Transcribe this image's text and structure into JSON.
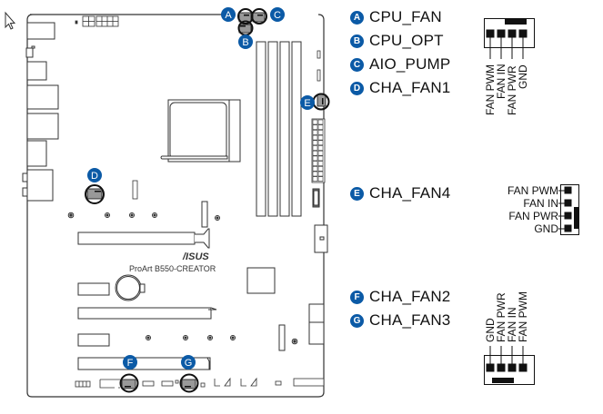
{
  "cursor": {
    "icon": "arrow-pointer-icon"
  },
  "board": {
    "model_text": "ProArt  B550-CREATOR",
    "brand_text": "/ISUS",
    "accent_color": "#0b5aa6"
  },
  "markers": [
    {
      "letter": "A",
      "name": "CPU_FAN"
    },
    {
      "letter": "B",
      "name": "CPU_OPT"
    },
    {
      "letter": "C",
      "name": "AIO_PUMP"
    },
    {
      "letter": "D",
      "name": "CHA_FAN1"
    },
    {
      "letter": "E",
      "name": "CHA_FAN4"
    },
    {
      "letter": "F",
      "name": "CHA_FAN2"
    },
    {
      "letter": "G",
      "name": "CHA_FAN3"
    }
  ],
  "legend_group1": [
    {
      "letter": "A",
      "label": "CPU_FAN"
    },
    {
      "letter": "B",
      "label": "CPU_OPT"
    },
    {
      "letter": "C",
      "label": "AIO_PUMP"
    },
    {
      "letter": "D",
      "label": "CHA_FAN1"
    }
  ],
  "legend_group2": [
    {
      "letter": "E",
      "label": "CHA_FAN4"
    }
  ],
  "legend_group3": [
    {
      "letter": "F",
      "label": "CHA_FAN2"
    },
    {
      "letter": "G",
      "label": "CHA_FAN3"
    }
  ],
  "pinout_top": [
    "FAN PWM",
    "FAN IN",
    "FAN PWR",
    "GND"
  ],
  "pinout_side": [
    "FAN PWM",
    "FAN IN",
    "FAN PWR",
    "GND"
  ],
  "pinout_bottom": [
    "GND",
    "FAN PWR",
    "FAN IN",
    "FAN PWM"
  ]
}
